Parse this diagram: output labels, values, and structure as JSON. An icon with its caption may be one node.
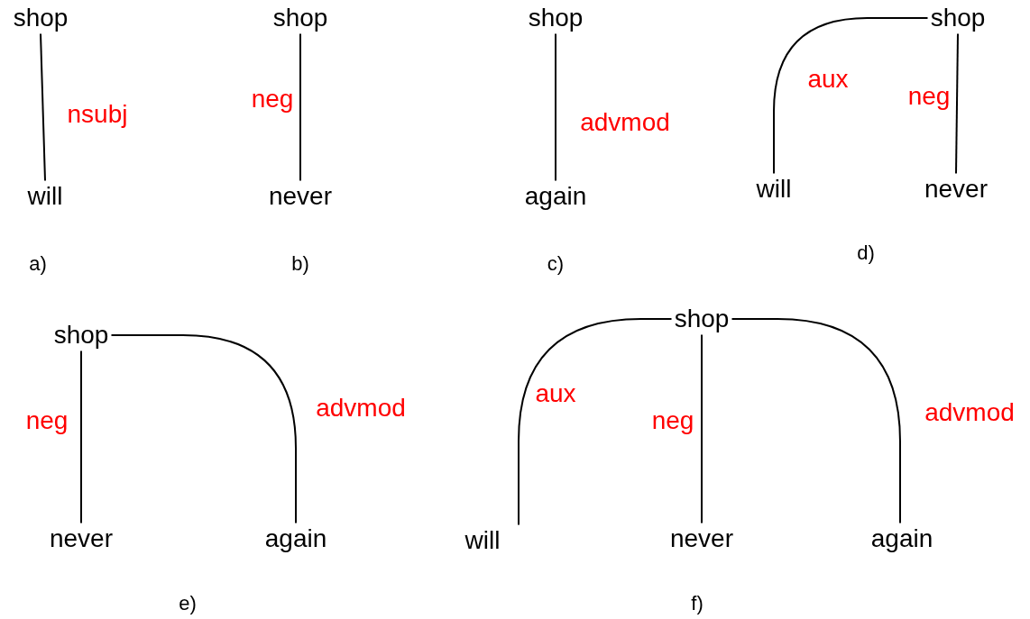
{
  "diagram": {
    "nodes": [
      {
        "text": [
          "shop"
        ]
      },
      {
        "text": [
          "will"
        ]
      },
      {
        "text": [
          "shop"
        ]
      },
      {
        "text": [
          "never"
        ]
      },
      {
        "text": [
          "shop"
        ]
      },
      {
        "text": [
          "again"
        ]
      },
      {
        "text": [
          "shop"
        ]
      },
      {
        "text": [
          "will"
        ]
      },
      {
        "text": [
          "never"
        ]
      },
      {
        "text": [
          "shop"
        ]
      },
      {
        "text": [
          "never"
        ]
      },
      {
        "text": [
          "again"
        ]
      },
      {
        "text": [
          "shop"
        ]
      },
      {
        "text": [
          "will"
        ]
      },
      {
        "text": [
          "never"
        ]
      },
      {
        "text": [
          "again"
        ]
      }
    ],
    "edges": [
      {
        "from": 0,
        "to": 1,
        "arrow": "none",
        "label": "nsubj"
      },
      {
        "from": 2,
        "to": 3,
        "arrow": "none",
        "label": "neg"
      },
      {
        "from": 4,
        "to": 5,
        "arrow": "none",
        "label": "advmod"
      },
      {
        "from": 6,
        "to": 7,
        "arrow": "none",
        "label": "aux"
      },
      {
        "from": 6,
        "to": 8,
        "arrow": "none",
        "label": "neg"
      },
      {
        "from": 9,
        "to": 10,
        "arrow": "none",
        "label": "neg"
      },
      {
        "from": 9,
        "to": 11,
        "arrow": "none",
        "label": "advmod"
      },
      {
        "from": 12,
        "to": 13,
        "arrow": "none",
        "label": "aux"
      },
      {
        "from": 12,
        "to": 14,
        "arrow": "none",
        "label": "neg"
      },
      {
        "from": 12,
        "to": 15,
        "arrow": "none",
        "label": "advmod"
      }
    ],
    "labels": [
      "a)",
      "b)",
      "c)",
      "d)",
      "e)",
      "f)"
    ]
  }
}
